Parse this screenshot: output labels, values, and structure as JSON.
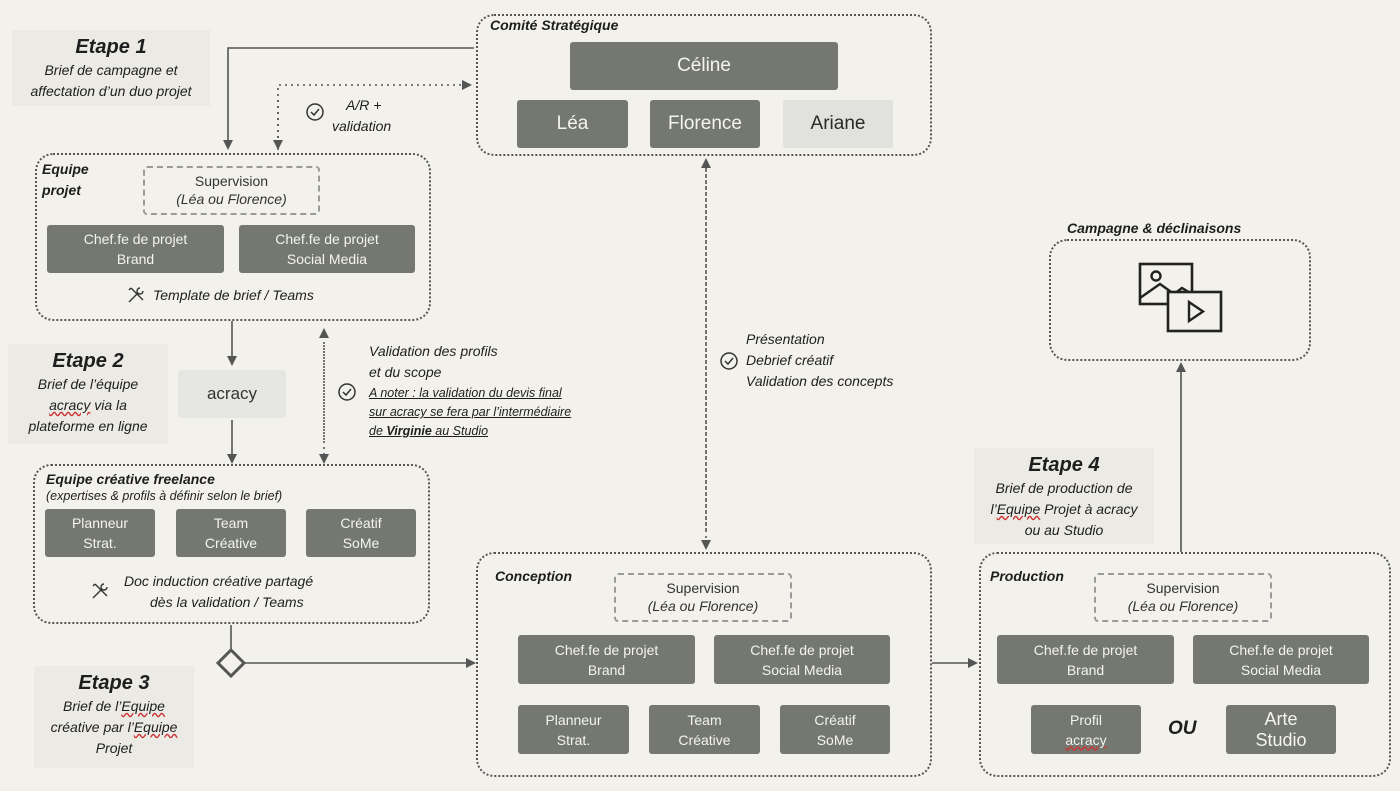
{
  "etape1": {
    "title": "Etape 1",
    "text": "Brief de campagne et\naffectation d’un duo projet"
  },
  "etape2": {
    "title": "Etape 2",
    "line1": "Brief de l’équipe",
    "line2_word": "acracy",
    "line2_rest": " via la",
    "line3": "plateforme en ligne"
  },
  "etape3": {
    "title": "Etape 3",
    "line1_a": "Brief de l’",
    "line1_b": "Equipe",
    "line2_a": "créative par l’",
    "line2_b": "Equipe",
    "line3": "Projet"
  },
  "etape4": {
    "title": "Etape 4",
    "line1": "Brief de production de",
    "line2_a": "l’",
    "line2_b": "Equipe",
    "line2_c": " Projet à acracy",
    "line3": "ou au Studio"
  },
  "comite": {
    "title": "Comité Stratégique",
    "lead": "Céline",
    "members": [
      "Léa",
      "Florence",
      "Ariane"
    ]
  },
  "ar_validation": {
    "line1": "A/R +",
    "line2": "validation"
  },
  "equipe_projet": {
    "title_line1": "Equipe",
    "title_line2": "projet",
    "supervision": "Supervision",
    "supervision_sub": "(Léa ou Florence)",
    "chef_brand": "Chef.fe de projet\nBrand",
    "chef_social": "Chef.fe de projet\nSocial Media",
    "tool": "Template de brief / Teams"
  },
  "acracy_label": "acracy",
  "validation_profils": {
    "line1": "Validation des profils",
    "line2": "et du scope",
    "note1": "A noter : la validation du devis final",
    "note2": "sur acracy se fera par l’intermédiaire",
    "note3_a": "de ",
    "note3_b": "Virginie",
    "note3_c": " au Studio"
  },
  "equipe_creative": {
    "title": "Equipe créative freelance",
    "subtitle": "(expertises & profils à définir selon le brief)",
    "roles": [
      "Planneur\nStrat.",
      "Team\nCréative",
      "Créatif\nSoMe"
    ],
    "tool_line1": "Doc induction créative partagé",
    "tool_line2": "dès la validation / Teams"
  },
  "presentation": {
    "line1": "Présentation",
    "line2": "Debrief créatif",
    "line3": "Validation des concepts"
  },
  "conception": {
    "title": "Conception",
    "supervision": "Supervision",
    "supervision_sub": "(Léa ou Florence)",
    "chef_brand": "Chef.fe de projet\nBrand",
    "chef_social": "Chef.fe de projet\nSocial Media",
    "roles": [
      "Planneur\nStrat.",
      "Team\nCréative",
      "Créatif\nSoMe"
    ]
  },
  "campagne": {
    "title": "Campagne & déclinaisons"
  },
  "production": {
    "title": "Production",
    "supervision": "Supervision",
    "supervision_sub": "(Léa ou Florence)",
    "chef_brand": "Chef.fe de projet\nBrand",
    "chef_social": "Chef.fe de projet\nSocial Media",
    "profil_line1": "Profil",
    "profil_line2": "acracy",
    "ou": "OU",
    "arte": "Arte\nStudio"
  },
  "colors": {
    "background": "#f2f1ec",
    "box": "#747870",
    "box_light": "#e1e2dd",
    "line": "#555555"
  }
}
